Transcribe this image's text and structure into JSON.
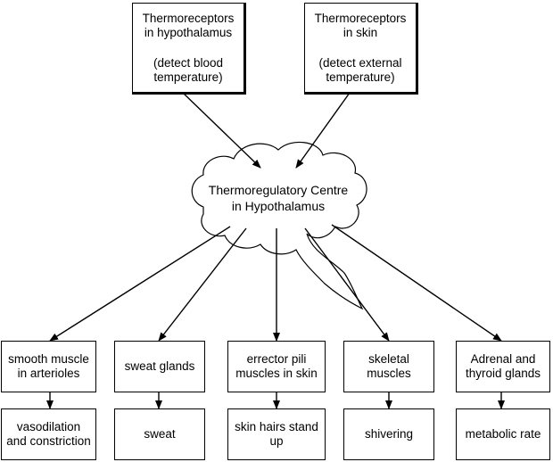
{
  "sensors": [
    {
      "title": "Thermoreceptors\nin hypothalamus",
      "detail": "(detect blood\ntemperature)"
    },
    {
      "title": "Thermoreceptors\nin skin",
      "detail": "(detect external\ntemperature)"
    }
  ],
  "centre": {
    "label": "Thermoregulatory Centre\nin Hypothalamus"
  },
  "effectors": [
    {
      "effector": "smooth muscle\nin arterioles",
      "response": "vasodilation\nand constriction"
    },
    {
      "effector": "sweat glands",
      "response": "sweat"
    },
    {
      "effector": "errector pili\nmuscles in skin",
      "response": "skin hairs stand\nup"
    },
    {
      "effector": "skeletal\nmuscles",
      "response": "shivering"
    },
    {
      "effector": "Adrenal and\nthyroid glands",
      "response": "metabolic rate"
    }
  ]
}
